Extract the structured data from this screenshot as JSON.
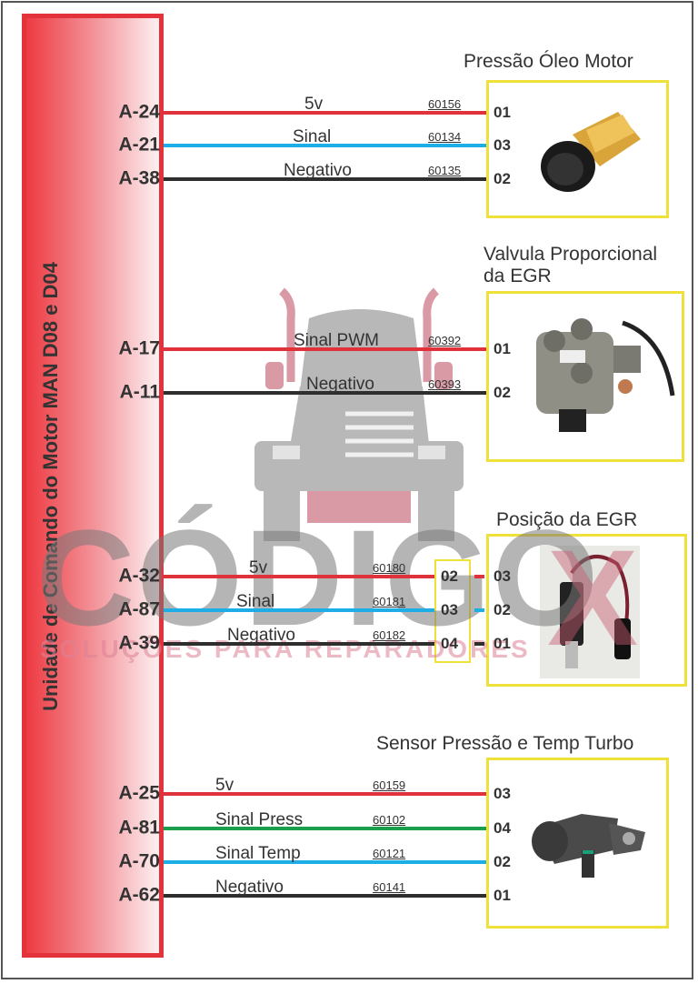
{
  "ecu": {
    "title": "Unidade de Comando do Motor MAN D08 e D04",
    "color": "#e3323a"
  },
  "wire_colors": {
    "red": "#e0323a",
    "blue": "#1eaee6",
    "black": "#2e2e2e",
    "green": "#1aa04a"
  },
  "components": [
    {
      "title": "Pressão Óleo Motor",
      "photo": "oil-pressure-sensor",
      "wires": [
        {
          "ecu_pin": "A-24",
          "label": "5v",
          "code": "60156",
          "color": "red",
          "connector_pin": "01"
        },
        {
          "ecu_pin": "A-21",
          "label": "Sinal",
          "code": "60134",
          "color": "blue",
          "connector_pin": "03"
        },
        {
          "ecu_pin": "A-38",
          "label": "Negativo",
          "code": "60135",
          "color": "black",
          "connector_pin": "02"
        }
      ]
    },
    {
      "title": "Valvula Proporcional da EGR",
      "title_line1": "Valvula Proporcional",
      "title_line2": "da EGR",
      "photo": "egr-proportional-valve",
      "wires": [
        {
          "ecu_pin": "A-17",
          "label": "Sinal PWM",
          "code": "60392",
          "color": "red",
          "connector_pin": "01"
        },
        {
          "ecu_pin": "A-11",
          "label": "Negativo",
          "code": "60393",
          "color": "black",
          "connector_pin": "02"
        }
      ]
    },
    {
      "title": "Posição da EGR",
      "photo": "egr-position-sensor",
      "wires": [
        {
          "ecu_pin": "A-32",
          "label": "5v",
          "code": "60180",
          "color": "red",
          "intermediate_pin": "02",
          "connector_pin": "03"
        },
        {
          "ecu_pin": "A-87",
          "label": "Sinal",
          "code": "60181",
          "color": "blue",
          "intermediate_pin": "03",
          "connector_pin": "02"
        },
        {
          "ecu_pin": "A-39",
          "label": "Negativo",
          "code": "60182",
          "color": "black",
          "intermediate_pin": "04",
          "connector_pin": "01"
        }
      ]
    },
    {
      "title": "Sensor Pressão e Temp Turbo",
      "photo": "turbo-pressure-temp-sensor",
      "wires": [
        {
          "ecu_pin": "A-25",
          "label": "5v",
          "code": "60159",
          "color": "red",
          "connector_pin": "03"
        },
        {
          "ecu_pin": "A-81",
          "label": "Sinal Press",
          "code": "60102",
          "color": "green",
          "connector_pin": "04"
        },
        {
          "ecu_pin": "A-70",
          "label": "Sinal Temp",
          "code": "60121",
          "color": "blue",
          "connector_pin": "02"
        },
        {
          "ecu_pin": "A-62",
          "label": "Negativo",
          "code": "60141",
          "color": "black",
          "connector_pin": "01"
        }
      ]
    }
  ],
  "watermark": {
    "brand": "CÓDIGO",
    "brand_x": "X",
    "tagline": "SOLUÇÕES PARA REPARADORES"
  }
}
